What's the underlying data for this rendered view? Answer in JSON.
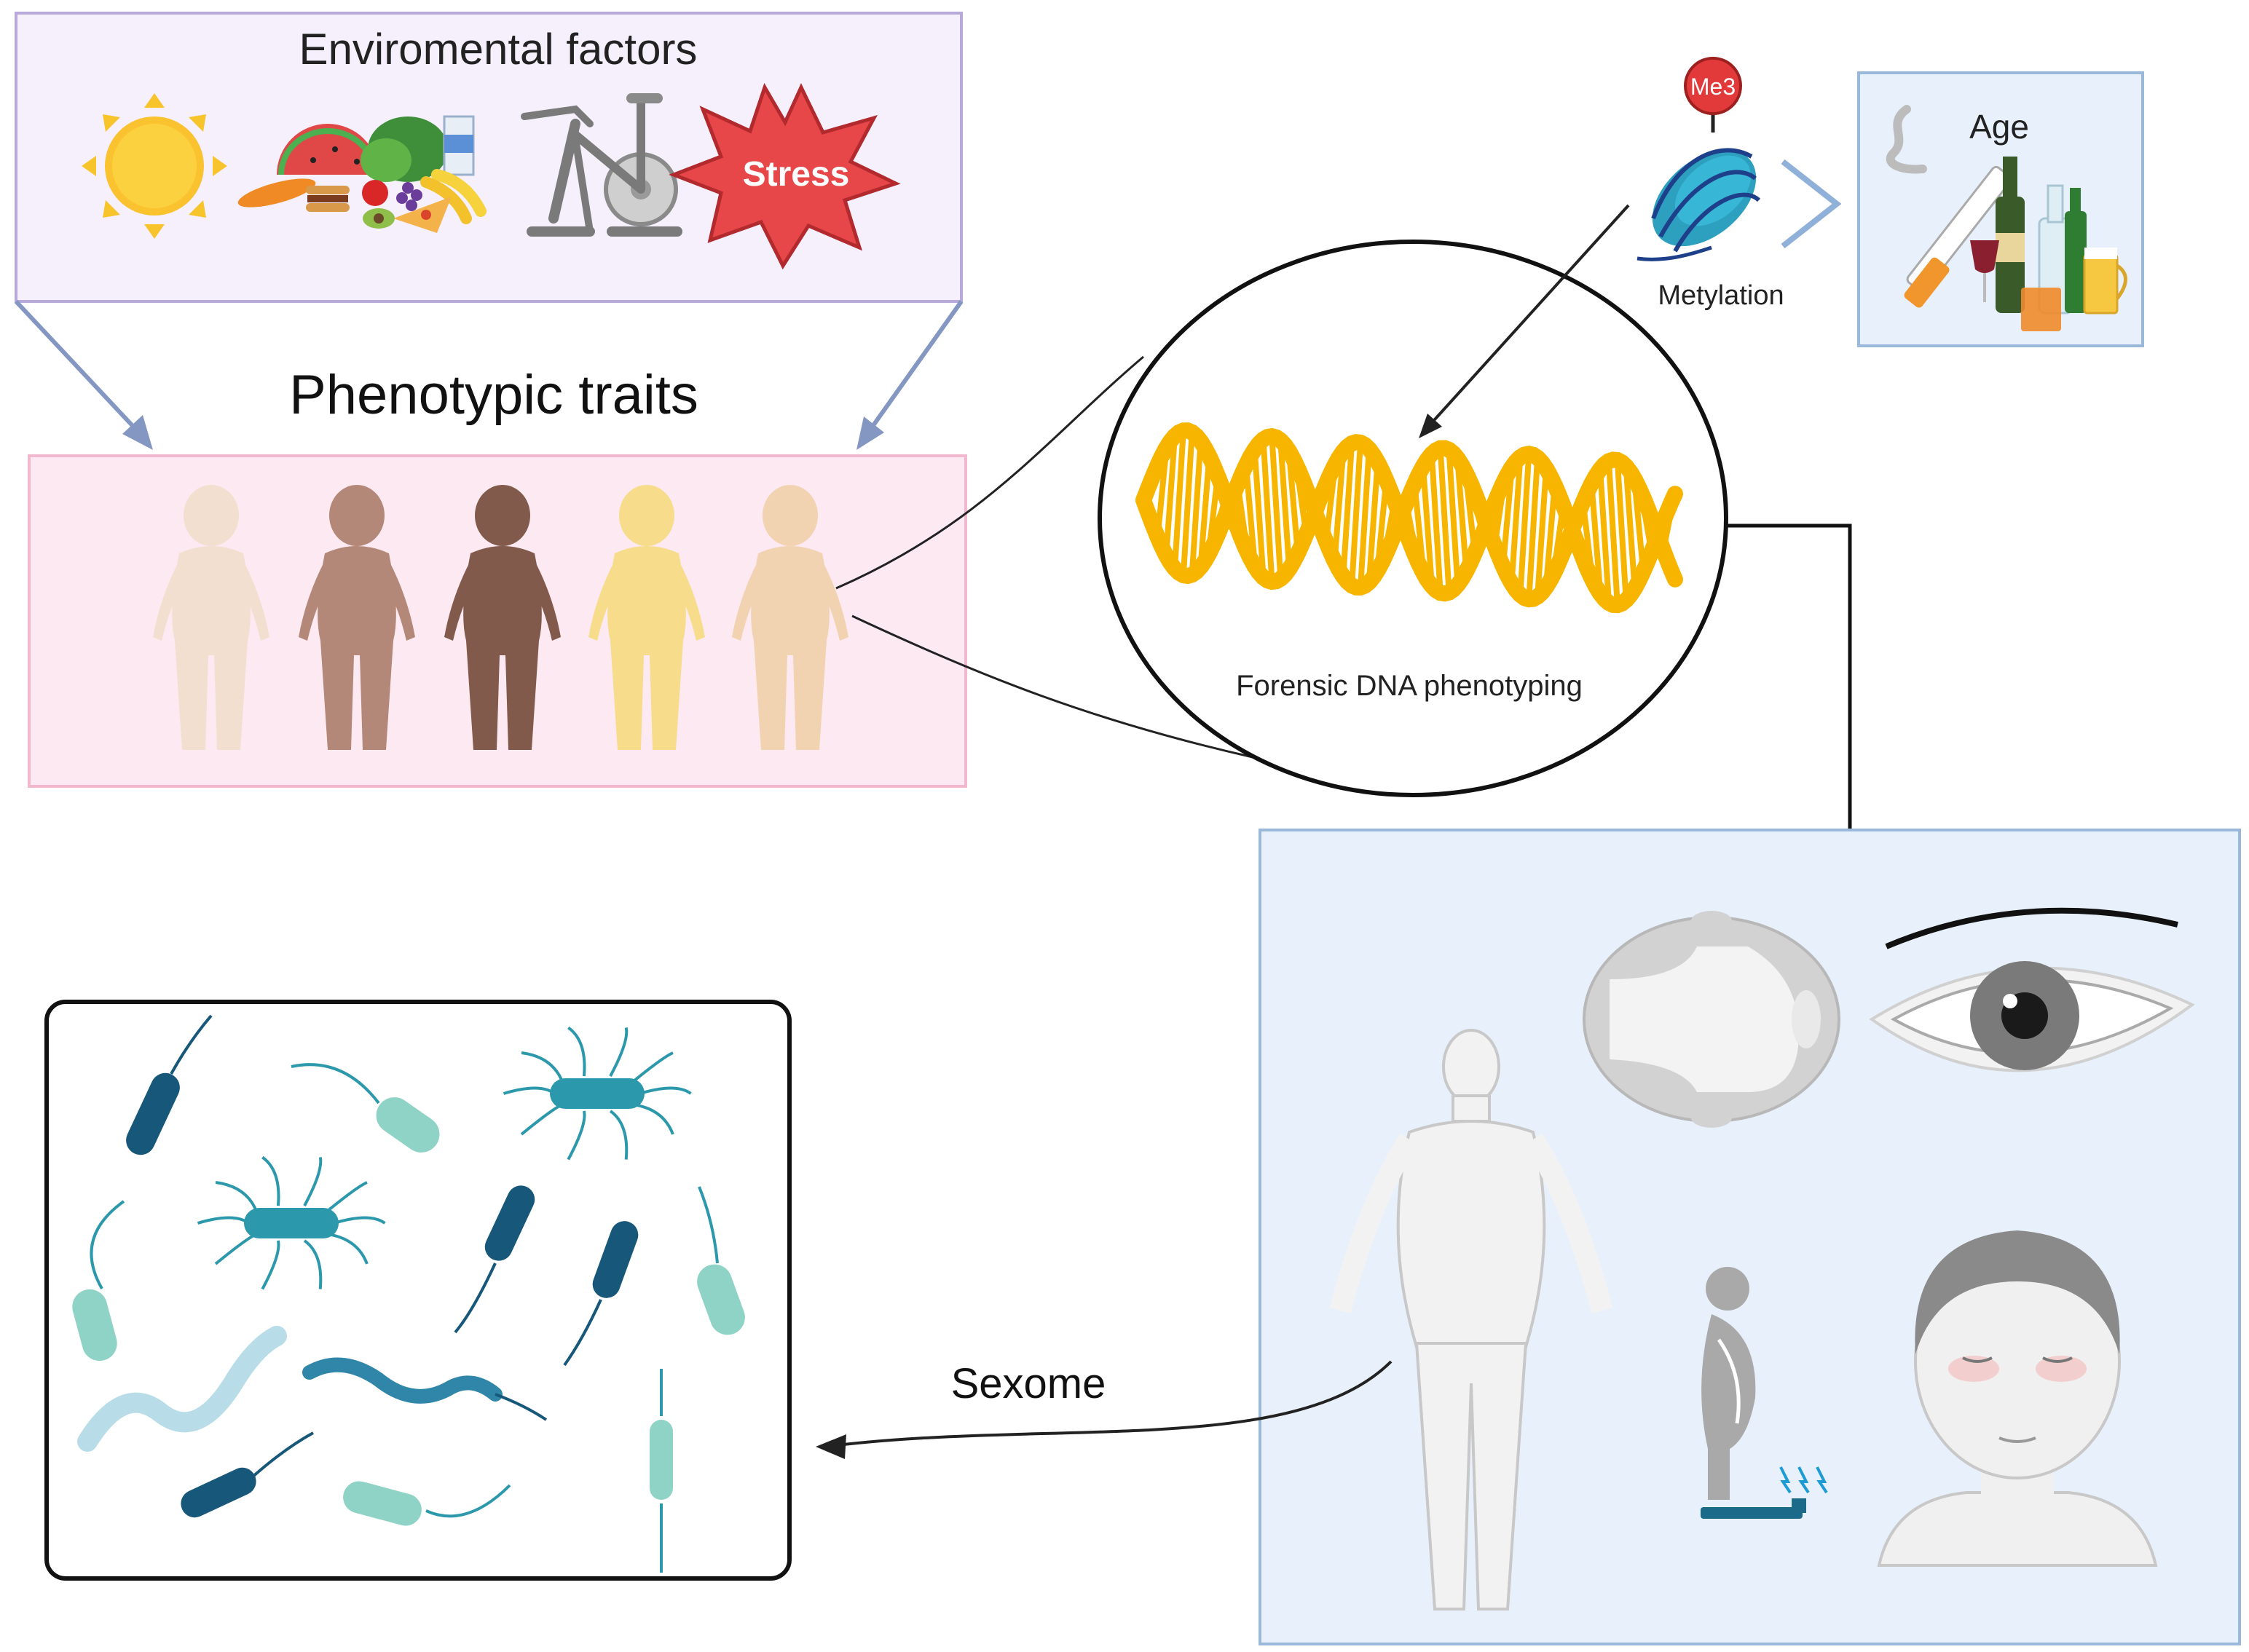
{
  "env": {
    "title": "Enviromental factors",
    "stress_label": "Stress"
  },
  "phenotype": {
    "title": "Phenotypic traits",
    "child_colors": [
      "#f2dfd0",
      "#b48878",
      "#825a4c",
      "#f7dc8c",
      "#f1d3b2"
    ]
  },
  "dna": {
    "label": "Forensic DNA phenotyping",
    "color": "#f7b500"
  },
  "methylation": {
    "badge": "Me3",
    "label": "Metylation"
  },
  "age": {
    "label": "Age"
  },
  "microbiome": {
    "arrow_label": "Sexome"
  },
  "colors": {
    "env_fill": "#f5f0fb",
    "env_border": "#b7a9d9",
    "pheno_fill": "#fde9f2",
    "pheno_border": "#f2b8ce",
    "blue_fill": "#e8f1fb",
    "blue_border": "#9ab8d9",
    "arrow_blue": "#8497c2",
    "bacteria_dark": "#17587a",
    "bacteria_mid": "#2b98ab",
    "bacteria_light": "#8fd3c6"
  }
}
